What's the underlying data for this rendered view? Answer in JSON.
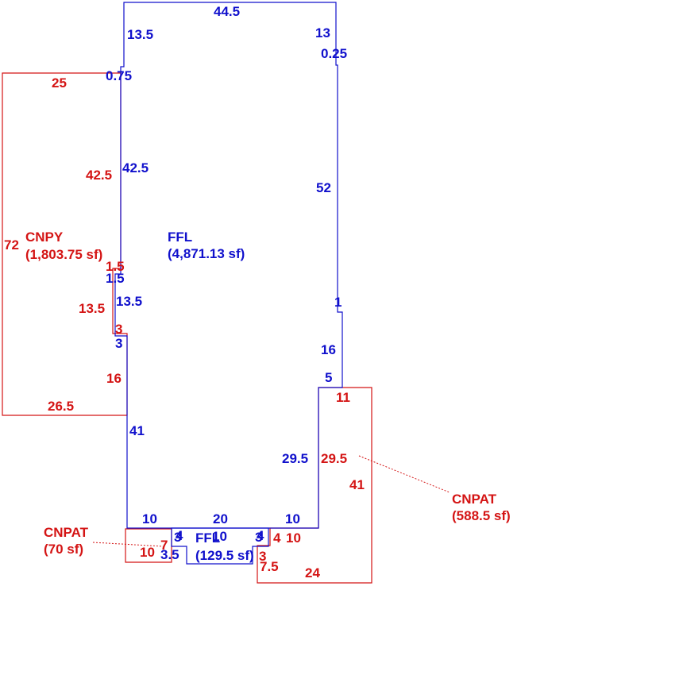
{
  "colors": {
    "ffl": "#1010cc",
    "cnpy": "#d41414",
    "leader": "#d41414"
  },
  "areas": {
    "ffl_main": {
      "code": "FFL",
      "area": "(4,871.13 sf)"
    },
    "ffl_small": {
      "code": "FFL",
      "area": "(129.5 sf)"
    },
    "cnpy": {
      "code": "CNPY",
      "area": "(1,803.75 sf)"
    },
    "cnpat_right": {
      "code": "CNPAT",
      "area": "(588.5 sf)"
    },
    "cnpat_left": {
      "code": "CNPAT",
      "area": "(70 sf)"
    }
  },
  "dimensions": {
    "ffl": {
      "top": "44.5",
      "left_upper": "13.5",
      "right_upper": "13",
      "right_jog": "0.25",
      "left_jog": "0.75",
      "left_main": "42.5",
      "right_main": "52",
      "left_step": "1.5",
      "left_lower": "13.5",
      "right_jog2": "1",
      "left_step2": "3",
      "right_lower": "16",
      "right_step": "5",
      "left_bottom": "41",
      "inner_right": "29.5",
      "bottom_left": "10",
      "bottom_mid": "20",
      "bottom_right": "10",
      "notch_left": "3",
      "notch_right": "3",
      "notch_side": "3.5",
      "small_top": "10",
      "small_a": "4",
      "small_b": "4"
    },
    "cnpy": {
      "top": "25",
      "left": "72",
      "right_upper": "42.5",
      "step": "1.5",
      "mid": "13.5",
      "step2": "3",
      "lower": "16",
      "bottom": "26.5"
    },
    "cnpat_right": {
      "top": "11",
      "left": "29.5",
      "right": "41",
      "bottom": "24",
      "inner_a": "4",
      "inner_b": "10",
      "inner_c": "3",
      "inner_d": "7.5"
    },
    "cnpat_left": {
      "bottom": "10",
      "side": "7"
    }
  }
}
